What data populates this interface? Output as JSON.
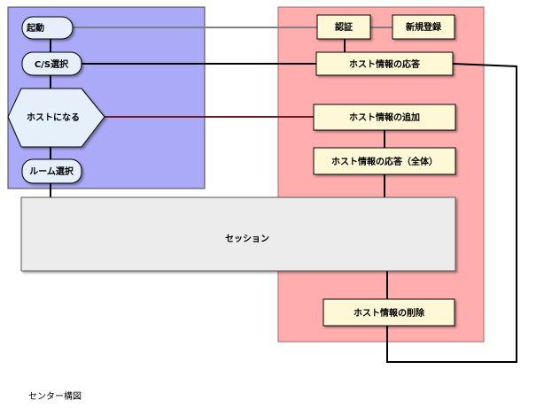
{
  "caption": "センター構図",
  "colors": {
    "client_region": "#aaaaf8",
    "server_region": "#ffadad",
    "node_light_blue": "#e6f0fb",
    "node_cream": "#fff8d6",
    "session_fill": "#ececec",
    "link_gray": "#808080",
    "link_dark_red": "#6e1a1a",
    "link_black": "#000000"
  },
  "client_nodes": {
    "start": "起動",
    "cs_select": "C/S選択",
    "become_host": "ホストになる",
    "room_select": "ルーム選択"
  },
  "server_nodes": {
    "auth": "認証",
    "new_register": "新規登録",
    "host_response": "ホスト情報の応答",
    "host_add": "ホスト情報の追加",
    "host_response_all": "ホスト情報の応答（全体）",
    "host_delete": "ホスト情報の削除"
  },
  "session": "セッション"
}
